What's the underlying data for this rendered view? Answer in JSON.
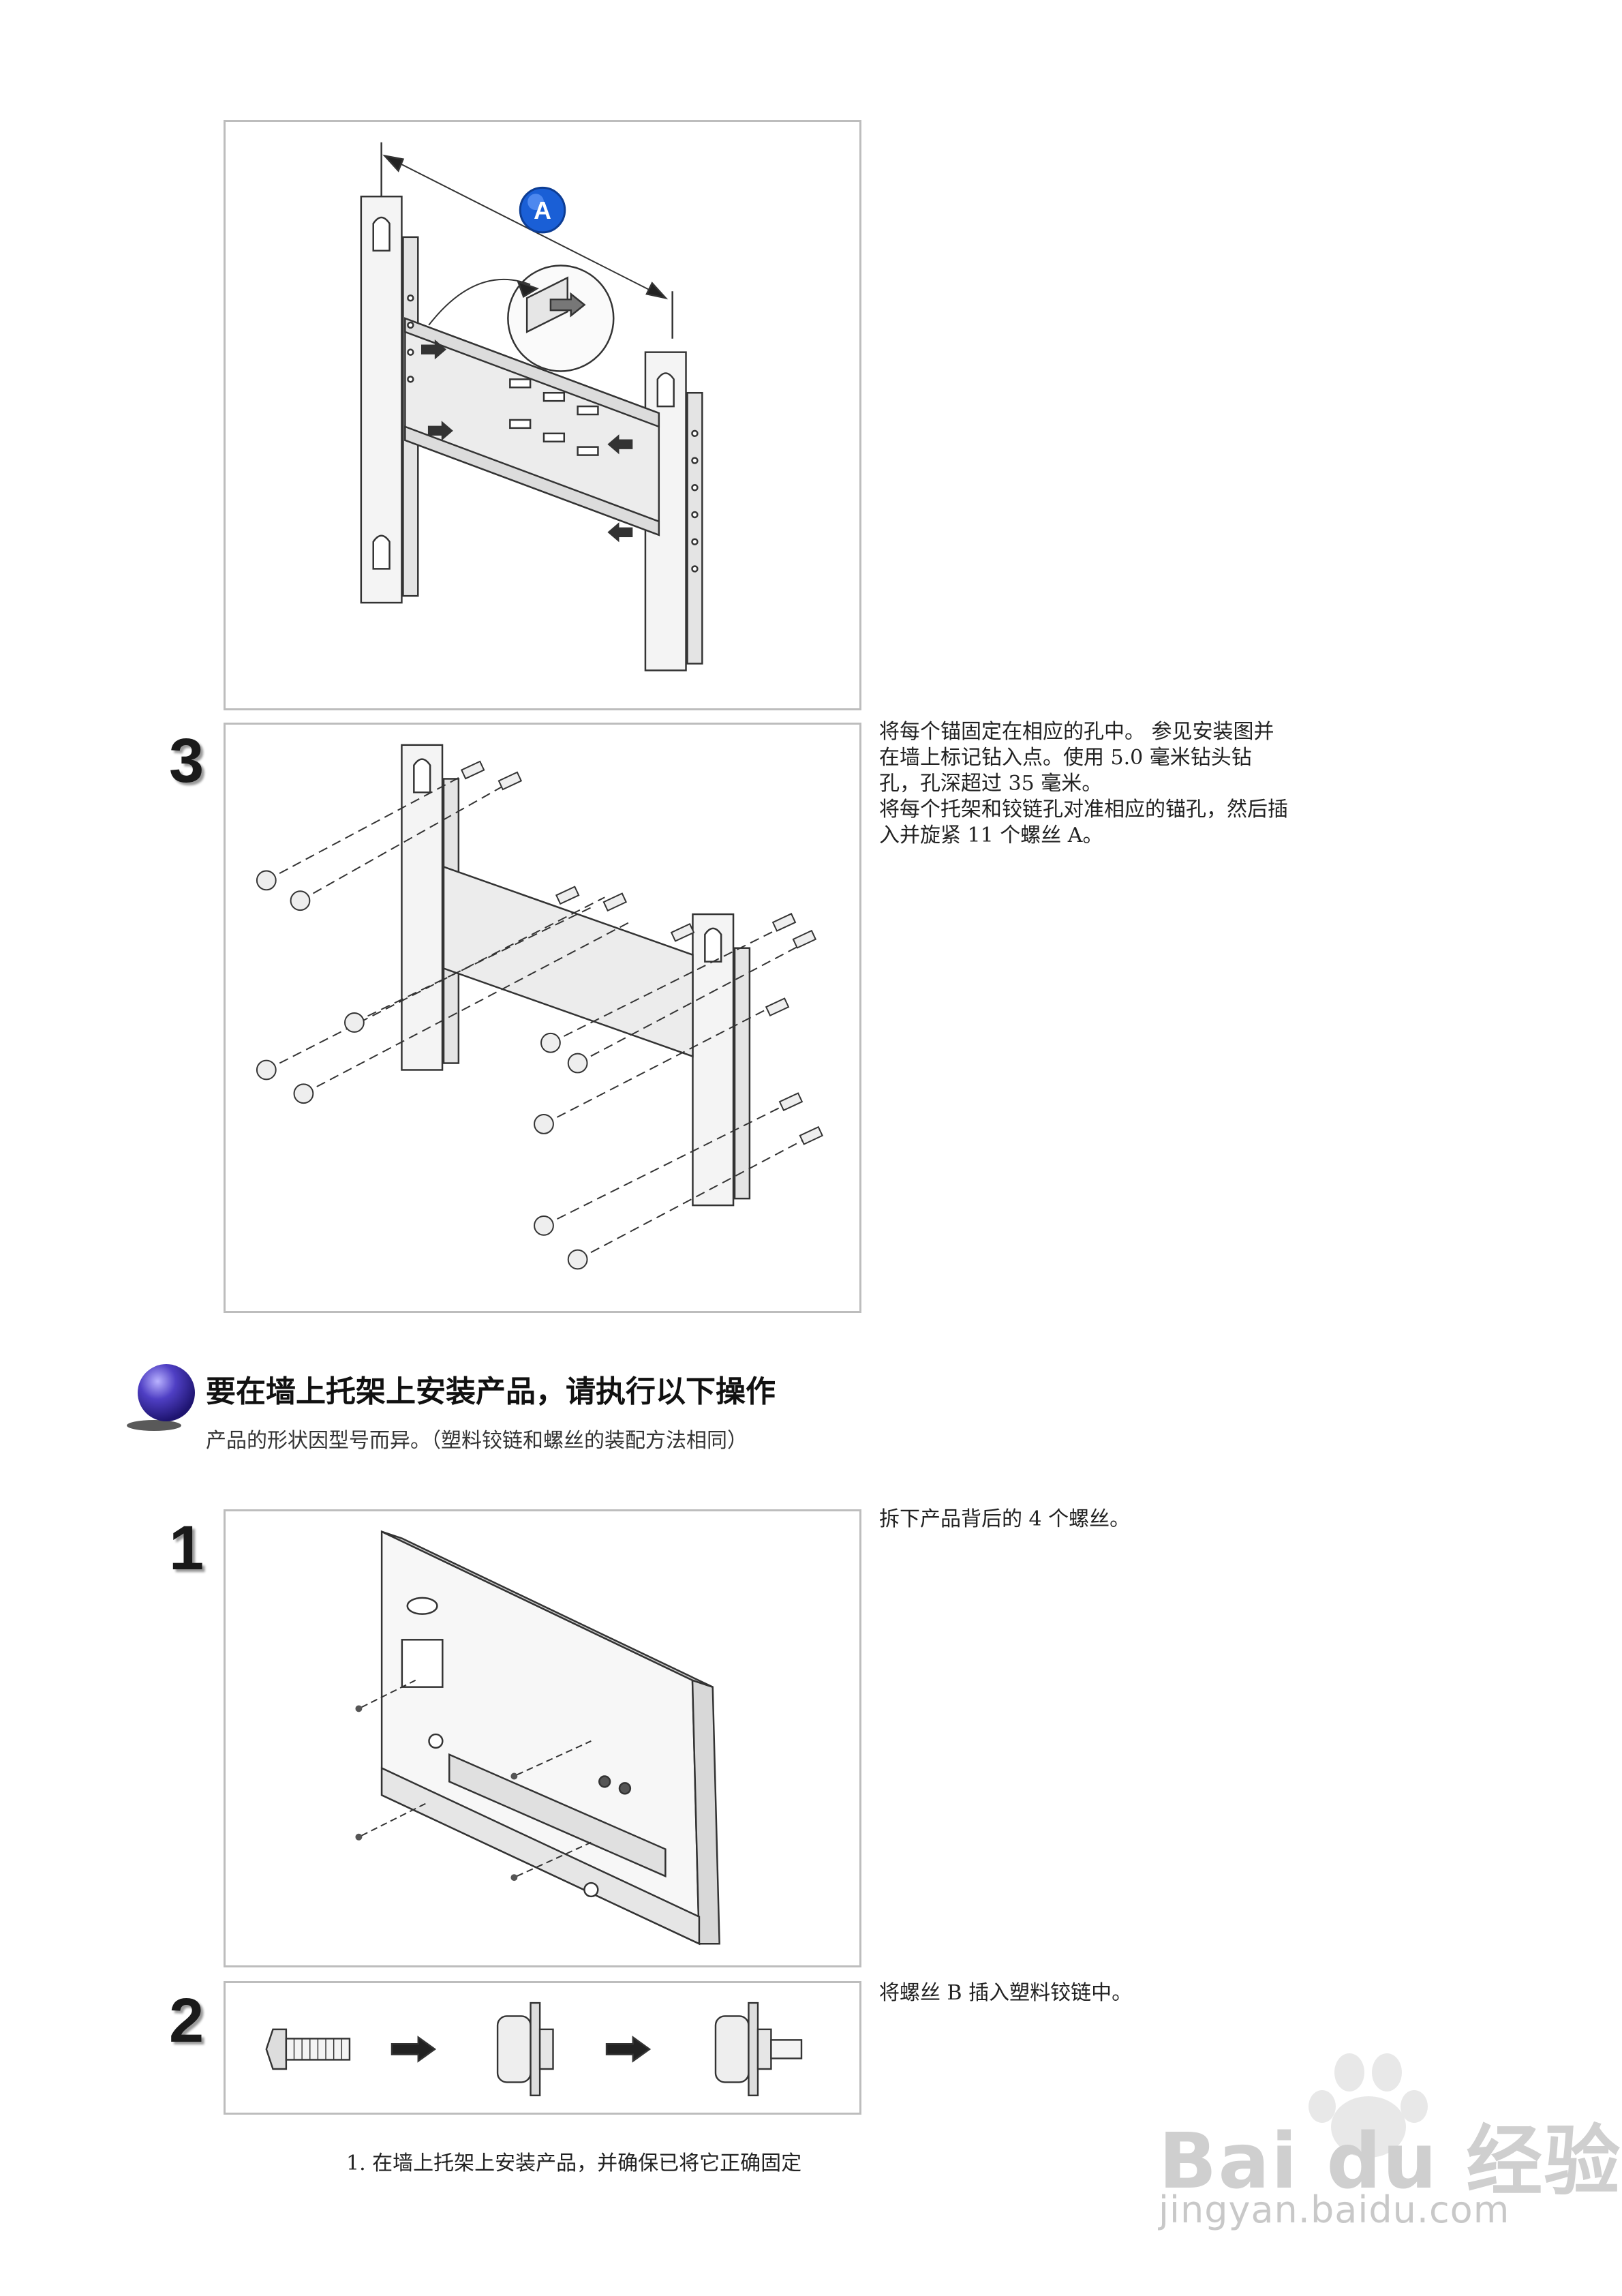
{
  "steps_top": [
    {
      "num": "3",
      "lines": [
        "将每个锚固定在相应的孔中。 参见安装图并",
        "在墙上标记钻入点。使用 5.0 毫米钻头钻",
        "孔，孔深超过 35 毫米。",
        "将每个托架和铰链孔对准相应的锚孔，然后插",
        "入并旋紧 11 个螺丝 A。"
      ]
    }
  ],
  "callout_label": "A",
  "section": {
    "title": "要在墙上托架上安装产品，请执行以下操作",
    "subtitle": "产品的形状因型号而异。（塑料铰链和螺丝的装配方法相同）"
  },
  "steps_bottom": [
    {
      "num": "1",
      "text": "拆下产品背后的 4 个螺丝。"
    },
    {
      "num": "2",
      "text": "将螺丝 B 插入塑料铰链中。"
    }
  ],
  "note": "1.  在墙上托架上安装产品，并确保已将它正确固定",
  "watermark": {
    "brand": "Bai du 经验",
    "url": "jingyan.baidu.com"
  },
  "colors": {
    "callout_blue": "#1a5fd6",
    "bullet_purple": "#3a2fa8",
    "panel_border": "#bdbdbd"
  }
}
